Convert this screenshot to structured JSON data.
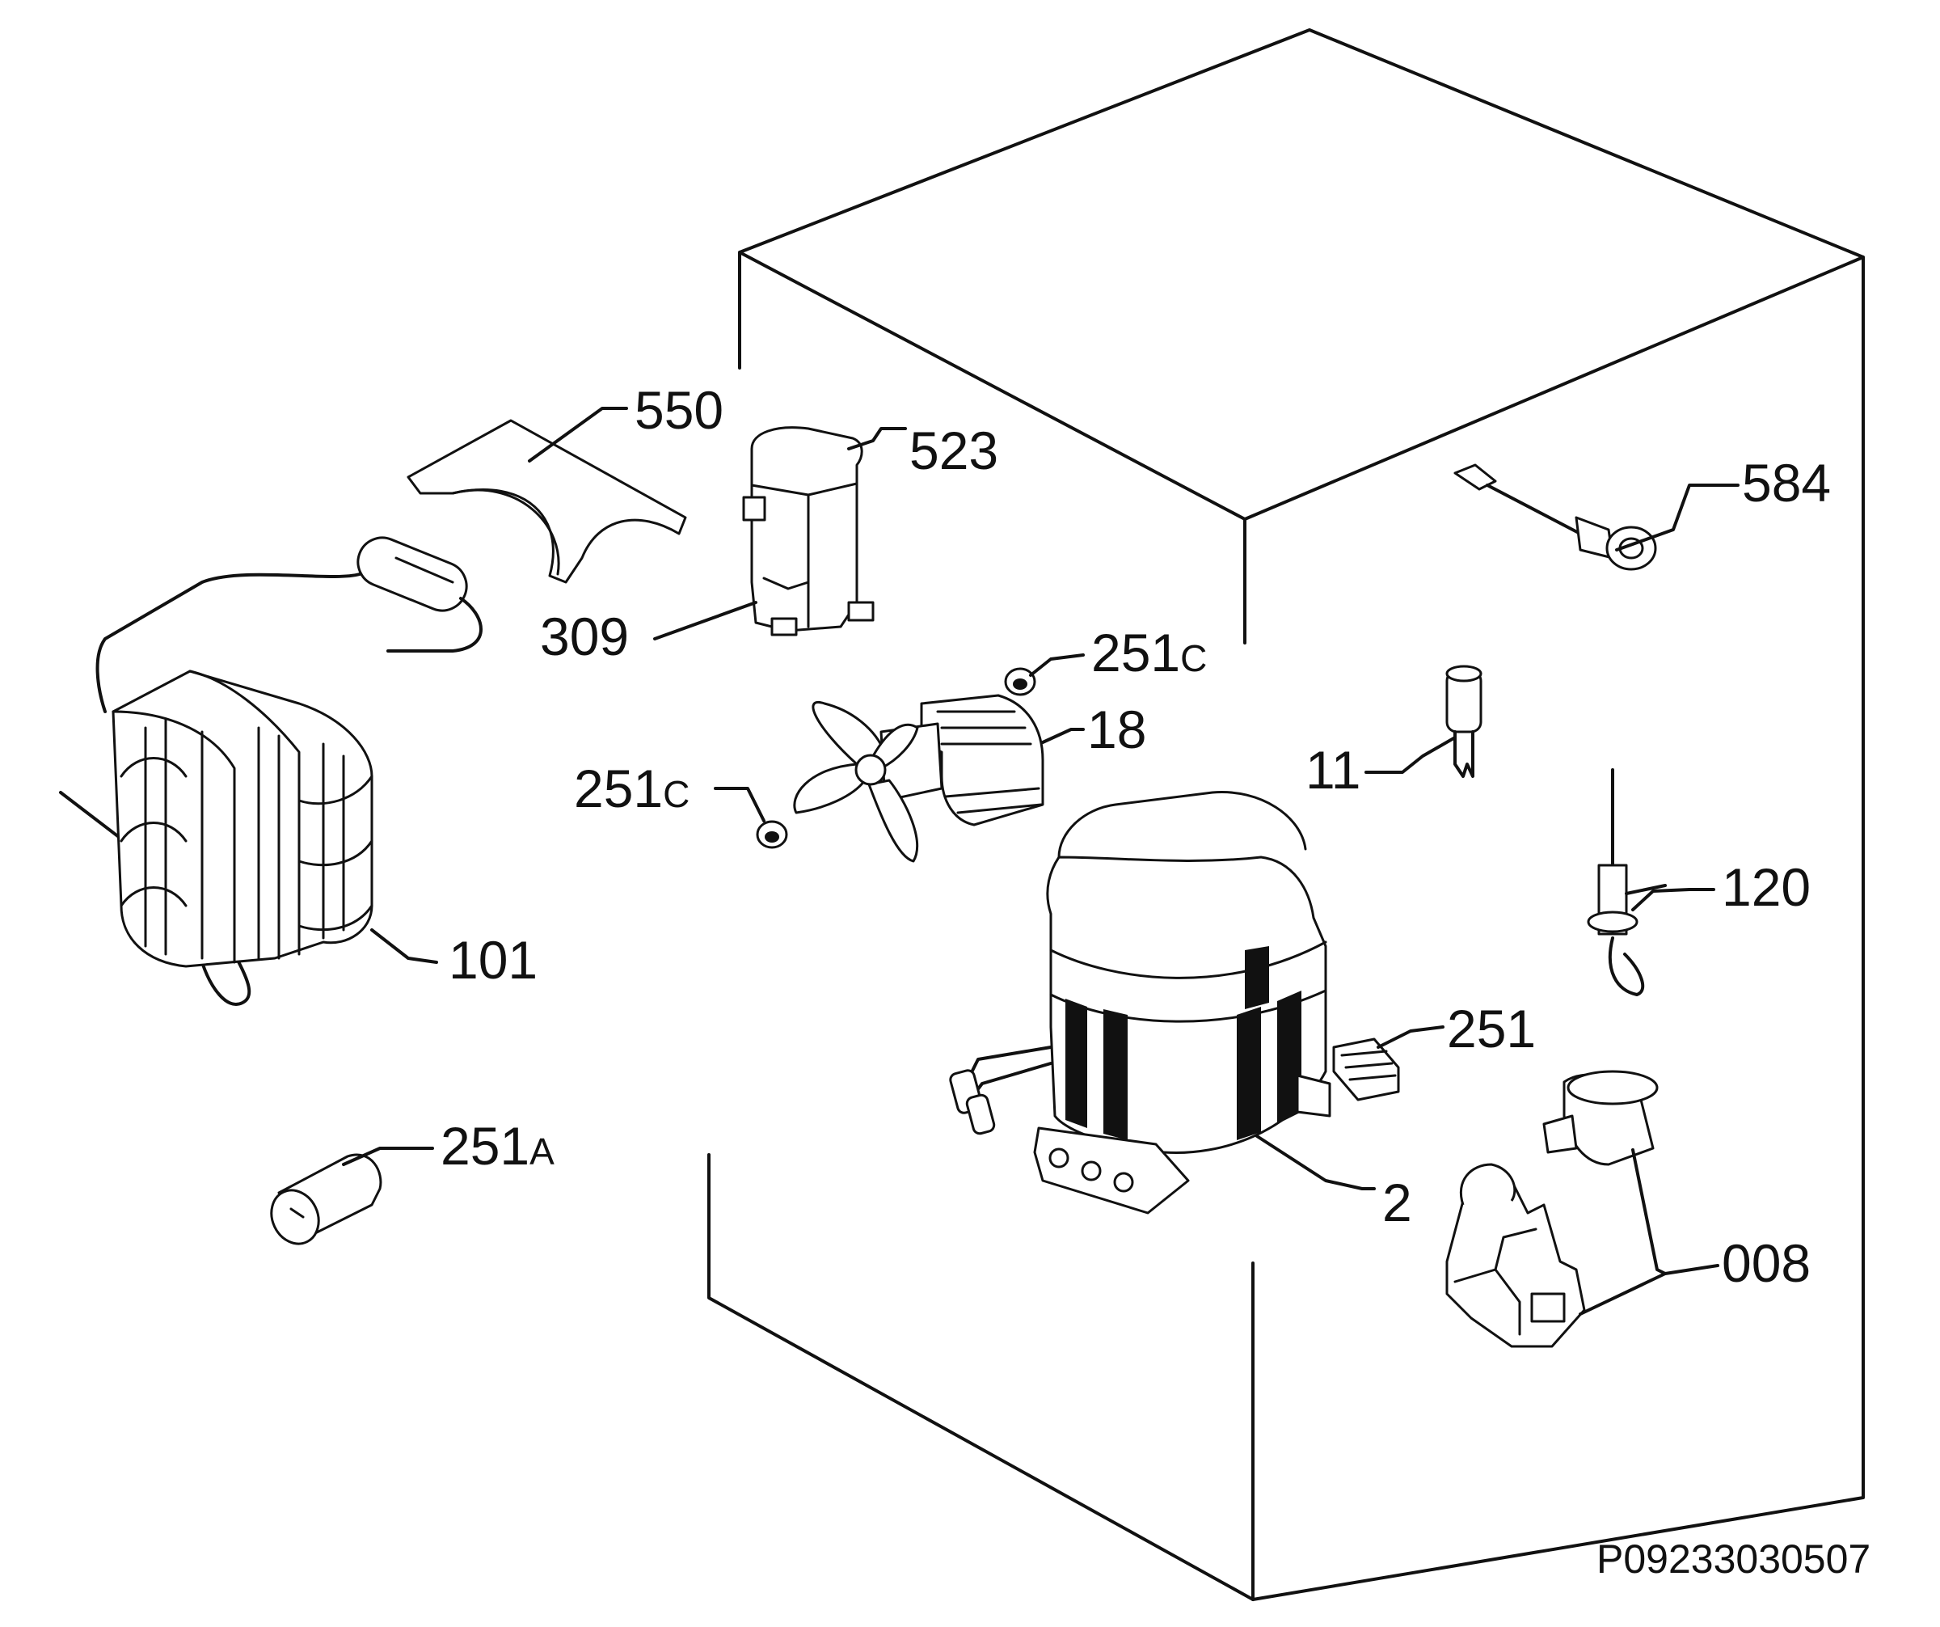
{
  "diagram": {
    "drawing_code": "P09233030507",
    "callouts": [
      {
        "id": "550",
        "num": "550",
        "suffix": ""
      },
      {
        "id": "523",
        "num": "523",
        "suffix": ""
      },
      {
        "id": "309",
        "num": "309",
        "suffix": ""
      },
      {
        "id": "584",
        "num": "584",
        "suffix": ""
      },
      {
        "id": "251c-upper",
        "num": "251",
        "suffix": "C"
      },
      {
        "id": "18",
        "num": "18",
        "suffix": ""
      },
      {
        "id": "251c-lower",
        "num": "251",
        "suffix": "C"
      },
      {
        "id": "11",
        "num": "11",
        "suffix": ""
      },
      {
        "id": "120",
        "num": "120",
        "suffix": ""
      },
      {
        "id": "101",
        "num": "101",
        "suffix": ""
      },
      {
        "id": "251",
        "num": "251",
        "suffix": ""
      },
      {
        "id": "251a",
        "num": "251",
        "suffix": "A"
      },
      {
        "id": "2",
        "num": "2",
        "suffix": ""
      },
      {
        "id": "008",
        "num": "008",
        "suffix": ""
      }
    ]
  }
}
